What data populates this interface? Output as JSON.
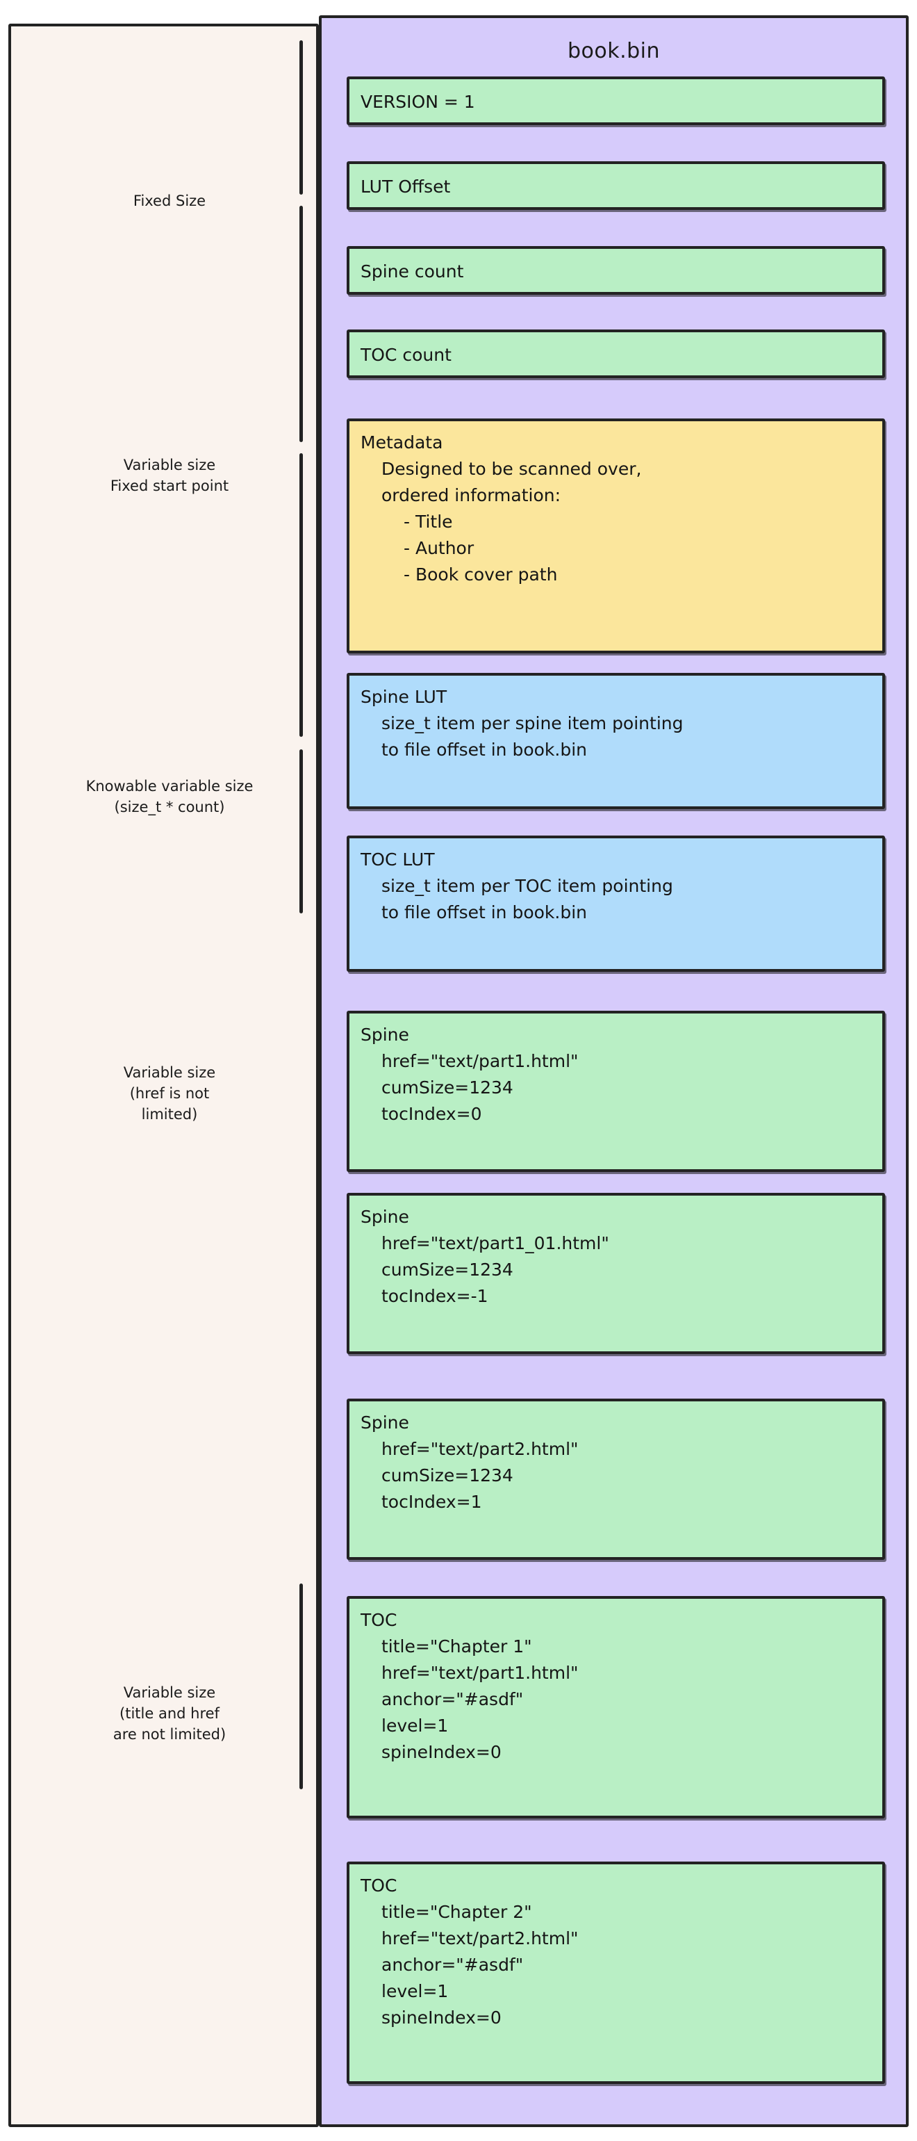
{
  "diagram": {
    "container_title": "book.bin",
    "colors": {
      "page_background": "#ffffff",
      "left_panel": "#faf3ee",
      "container": "#d6cbfb",
      "green_box": "#b9efc5",
      "yellow_box": "#fbe69c",
      "blue_box": "#b0dcfb",
      "ink": "#232323"
    }
  },
  "groups": [
    {
      "id": "fixed-size",
      "label": "Fixed Size"
    },
    {
      "id": "variable-fixed-start",
      "label": "Variable size\nFixed start point"
    },
    {
      "id": "knowable-variable",
      "label": "Knowable variable size\n(size_t * count)"
    },
    {
      "id": "variable-href",
      "label": "Variable size\n(href is not\nlimited)"
    },
    {
      "id": "variable-title-href",
      "label": "Variable size\n(title and href\nare not limited)"
    }
  ],
  "records": [
    {
      "id": "version",
      "color": "green",
      "lines": [
        {
          "indent": 0,
          "text": "VERSION = 1"
        }
      ]
    },
    {
      "id": "lut-offset",
      "color": "green",
      "lines": [
        {
          "indent": 0,
          "text": "LUT Offset"
        }
      ]
    },
    {
      "id": "spine-count",
      "color": "green",
      "lines": [
        {
          "indent": 0,
          "text": "Spine count"
        }
      ]
    },
    {
      "id": "toc-count",
      "color": "green",
      "lines": [
        {
          "indent": 0,
          "text": "TOC count"
        }
      ]
    },
    {
      "id": "metadata",
      "color": "yellow",
      "lines": [
        {
          "indent": 0,
          "text": "Metadata"
        },
        {
          "indent": 1,
          "text": "Designed to be scanned over,"
        },
        {
          "indent": 1,
          "text": "ordered information:"
        },
        {
          "indent": 2,
          "text": "- Title"
        },
        {
          "indent": 2,
          "text": "- Author"
        },
        {
          "indent": 2,
          "text": "- Book cover path"
        }
      ]
    },
    {
      "id": "spine-lut",
      "color": "blue",
      "lines": [
        {
          "indent": 0,
          "text": "Spine LUT"
        },
        {
          "indent": 1,
          "text": "size_t item per spine item pointing"
        },
        {
          "indent": 1,
          "text": "to file offset in book.bin"
        }
      ]
    },
    {
      "id": "toc-lut",
      "color": "blue",
      "lines": [
        {
          "indent": 0,
          "text": "TOC LUT"
        },
        {
          "indent": 1,
          "text": "size_t item per TOC item pointing"
        },
        {
          "indent": 1,
          "text": "to file offset in book.bin"
        }
      ]
    },
    {
      "id": "spine-1",
      "color": "green",
      "lines": [
        {
          "indent": 0,
          "text": "Spine"
        },
        {
          "indent": 1,
          "text": "href=\"text/part1.html\""
        },
        {
          "indent": 1,
          "text": "cumSize=1234"
        },
        {
          "indent": 1,
          "text": "tocIndex=0"
        }
      ]
    },
    {
      "id": "spine-2",
      "color": "green",
      "lines": [
        {
          "indent": 0,
          "text": "Spine"
        },
        {
          "indent": 1,
          "text": "href=\"text/part1_01.html\""
        },
        {
          "indent": 1,
          "text": "cumSize=1234"
        },
        {
          "indent": 1,
          "text": "tocIndex=-1"
        }
      ]
    },
    {
      "id": "spine-3",
      "color": "green",
      "lines": [
        {
          "indent": 0,
          "text": "Spine"
        },
        {
          "indent": 1,
          "text": "href=\"text/part2.html\""
        },
        {
          "indent": 1,
          "text": "cumSize=1234"
        },
        {
          "indent": 1,
          "text": "tocIndex=1"
        }
      ]
    },
    {
      "id": "toc-1",
      "color": "green",
      "lines": [
        {
          "indent": 0,
          "text": "TOC"
        },
        {
          "indent": 1,
          "text": "title=\"Chapter 1\""
        },
        {
          "indent": 1,
          "text": "href=\"text/part1.html\""
        },
        {
          "indent": 1,
          "text": "anchor=\"#asdf\""
        },
        {
          "indent": 1,
          "text": "level=1"
        },
        {
          "indent": 1,
          "text": "spineIndex=0"
        }
      ]
    },
    {
      "id": "toc-2",
      "color": "green",
      "lines": [
        {
          "indent": 0,
          "text": "TOC"
        },
        {
          "indent": 1,
          "text": "title=\"Chapter 2\""
        },
        {
          "indent": 1,
          "text": "href=\"text/part2.html\""
        },
        {
          "indent": 1,
          "text": "anchor=\"#asdf\""
        },
        {
          "indent": 1,
          "text": "level=1"
        },
        {
          "indent": 1,
          "text": "spineIndex=0"
        }
      ]
    }
  ]
}
